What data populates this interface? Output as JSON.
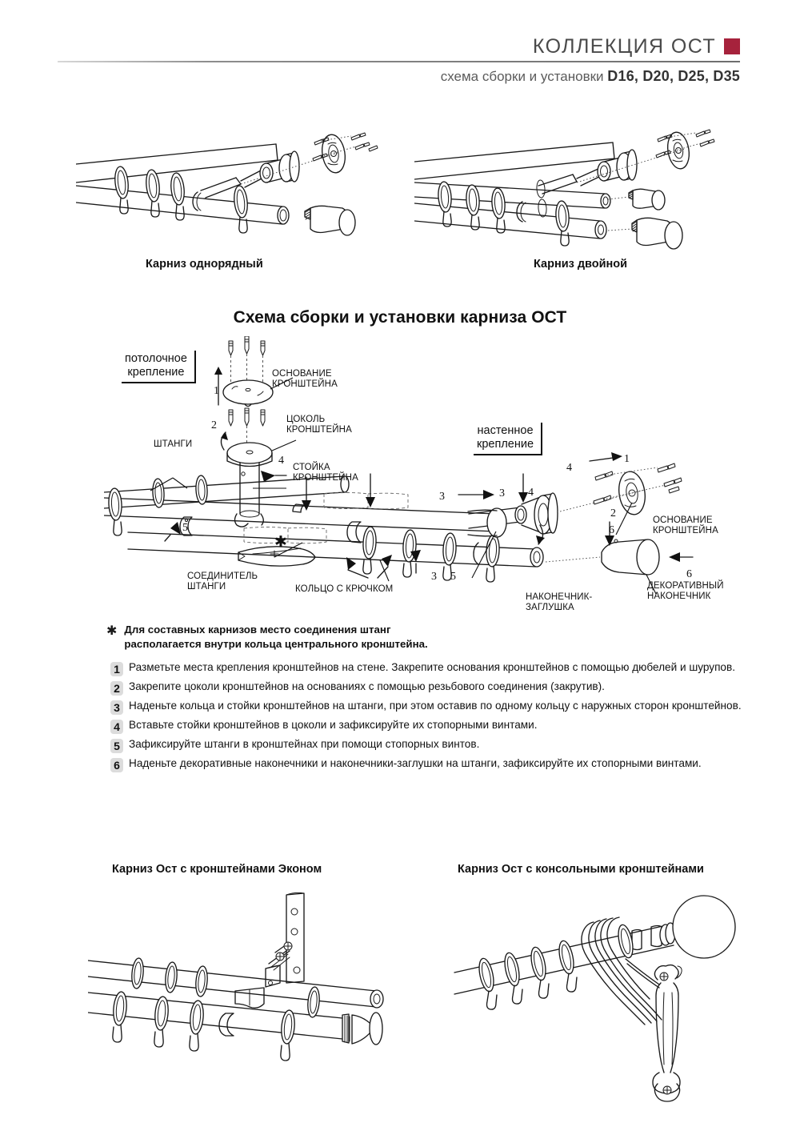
{
  "header": {
    "brand": "КОЛЛЕКЦИЯ  ОСТ",
    "brand_mark_color": "#a6223c",
    "subtitle_prefix": "схема сборки и установки",
    "subtitle_sizes": "D16, D20, D25, D35"
  },
  "top_section": {
    "left_caption": "Карниз однорядный",
    "right_caption": "Карниз двойной"
  },
  "main": {
    "title": "Схема сборки и установки карниза ОСТ",
    "mount_ceiling": "потолочное\nкрепление",
    "mount_ceiling_line1": "потолочное",
    "mount_ceiling_line2": "крепление",
    "mount_wall_line1": "настенное",
    "mount_wall_line2": "крепление",
    "labels": {
      "bracket_base_top_l1": "ОСНОВАНИЕ",
      "bracket_base_top_l2": "КРОНШТЕЙНА",
      "bracket_socket_l1": "ЦОКОЛЬ",
      "bracket_socket_l2": "КРОНШТЕЙНА",
      "rods": "ШТАНГИ",
      "bracket_post_l1": "СТОЙКА",
      "bracket_post_l2": "КРОНШТЕЙНА",
      "rod_connector_l1": "СОЕДИНИТЕЛЬ",
      "rod_connector_l2": "ШТАНГИ",
      "ring_with_hook": "КОЛЬЦО С КРЮЧКОМ",
      "end_cap_l1": "НАКОНЕЧНИК-",
      "end_cap_l2": "ЗАГЛУШКА",
      "bracket_base_right_l1": "ОСНОВАНИЕ",
      "bracket_base_right_l2": "КРОНШТЕЙНА",
      "decor_finial_l1": "ДЕКОРАТИВНЫЙ",
      "decor_finial_l2": "НАКОНЕЧНИК"
    },
    "callouts": [
      "1",
      "2",
      "4",
      "5",
      "3",
      "3",
      "3",
      "5",
      "3",
      "4",
      "4",
      "1",
      "2",
      "6",
      "6"
    ],
    "star_glyph": "✱"
  },
  "note": {
    "star": "✱",
    "line1": "Для составных карнизов место соединения штанг",
    "line2": "располагается внутри кольца центрального кронштейна."
  },
  "steps": [
    {
      "num": "1",
      "text": "Разметьте места крепления кронштейнов на стене. Закрепите основания кронштейнов с помощью дюбелей и шурупов."
    },
    {
      "num": "2",
      "text": "Закрепите цоколи кронштейнов на основаниях с помощью резьбового соединения (закрутив)."
    },
    {
      "num": "3",
      "text": "Наденьте кольца и стойки кронштейнов на штанги, при этом оставив по одному кольцу с наружных сторон кронштейнов."
    },
    {
      "num": "4",
      "text": "Вставьте стойки кронштейнов в цоколи и зафиксируйте их стопорными винтами."
    },
    {
      "num": "5",
      "text": "Зафиксируйте штанги в кронштейнах при помощи стопорных винтов."
    },
    {
      "num": "6",
      "text": "Наденьте декоративные наконечники и наконечники-заглушки на штанги, зафиксируйте их стопорными винтами."
    }
  ],
  "bottom_section": {
    "left_caption": "Карниз Ост с кронштейнами Эконом",
    "right_caption": "Карниз Ост с консольными кронштейнами"
  }
}
